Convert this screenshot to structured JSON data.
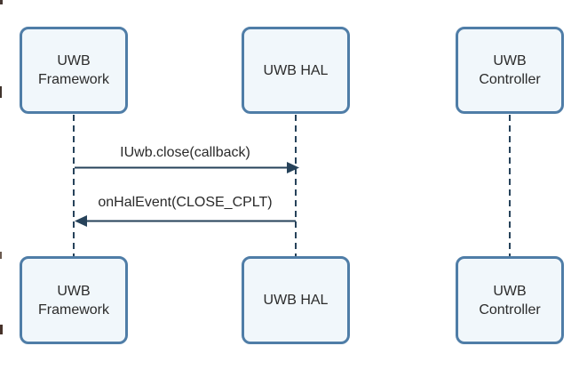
{
  "diagram": {
    "type": "sequence-diagram",
    "actors": [
      {
        "id": "uwb-framework",
        "label": "UWB Framework"
      },
      {
        "id": "uwb-hal",
        "label": "UWB HAL"
      },
      {
        "id": "uwb-controller",
        "label": "UWB Controller"
      }
    ],
    "messages": [
      {
        "label": "IUwb.close(callback)",
        "from": "uwb-framework",
        "to": "uwb-hal",
        "direction": "right"
      },
      {
        "label": "onHalEvent(CLOSE_CPLT)",
        "from": "uwb-hal",
        "to": "uwb-framework",
        "direction": "left"
      }
    ],
    "colors": {
      "box_border": "#4f7da7",
      "box_fill": "#f1f7fb",
      "line": "#26425a",
      "text": "#2b2b2b",
      "background": "#ffffff"
    }
  }
}
